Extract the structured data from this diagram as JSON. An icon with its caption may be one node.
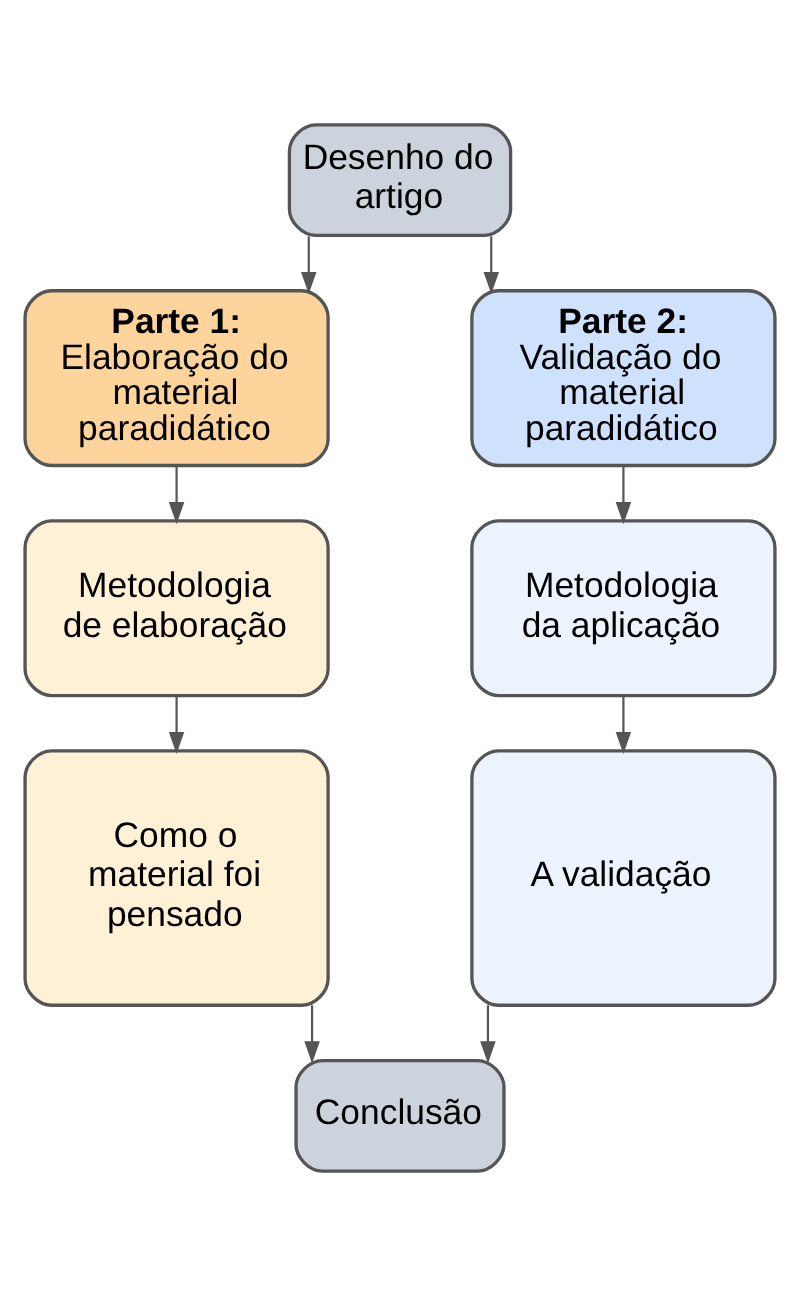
{
  "diagram": {
    "nodes": [
      {
        "text": [
          "Desenho do artigo"
        ]
      },
      {
        "text": [
          "Parte 1:",
          "Elaboração do material paradidático"
        ]
      },
      {
        "text": [
          "Parte 2:",
          "Validação do material paradidático"
        ]
      },
      {
        "text": [
          "Metodologia de elaboração"
        ]
      },
      {
        "text": [
          "Metodologia da aplicação"
        ]
      },
      {
        "text": [
          "Como o material foi pensado"
        ]
      },
      {
        "text": [
          "A validação"
        ]
      },
      {
        "text": [
          "Conclusão"
        ]
      }
    ],
    "edges": [
      {
        "from": 0,
        "to": 1,
        "arrow": "to"
      },
      {
        "from": 0,
        "to": 2,
        "arrow": "to"
      },
      {
        "from": 1,
        "to": 3,
        "arrow": "to"
      },
      {
        "from": 2,
        "to": 4,
        "arrow": "to"
      },
      {
        "from": 3,
        "to": 5,
        "arrow": "to"
      },
      {
        "from": 4,
        "to": 6,
        "arrow": "to"
      },
      {
        "from": 5,
        "to": 7,
        "arrow": "to"
      },
      {
        "from": 6,
        "to": 7,
        "arrow": "to"
      }
    ]
  }
}
